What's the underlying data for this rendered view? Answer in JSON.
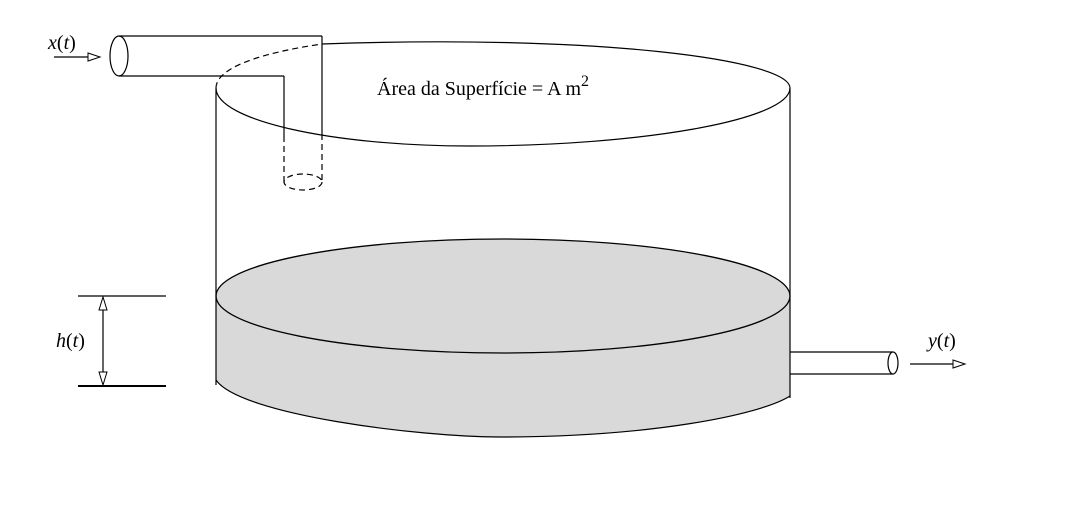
{
  "labels": {
    "surface_area": "Área da Superfície =",
    "area_value": "A m",
    "area_exponent": "2",
    "input_var": "x",
    "output_var": "y",
    "height_var": "h",
    "time_var": "t",
    "paren_open": "(",
    "paren_close": ")"
  },
  "colors": {
    "liquid_fill": "#d9d9d9",
    "line": "#000000",
    "background": "#ffffff"
  }
}
